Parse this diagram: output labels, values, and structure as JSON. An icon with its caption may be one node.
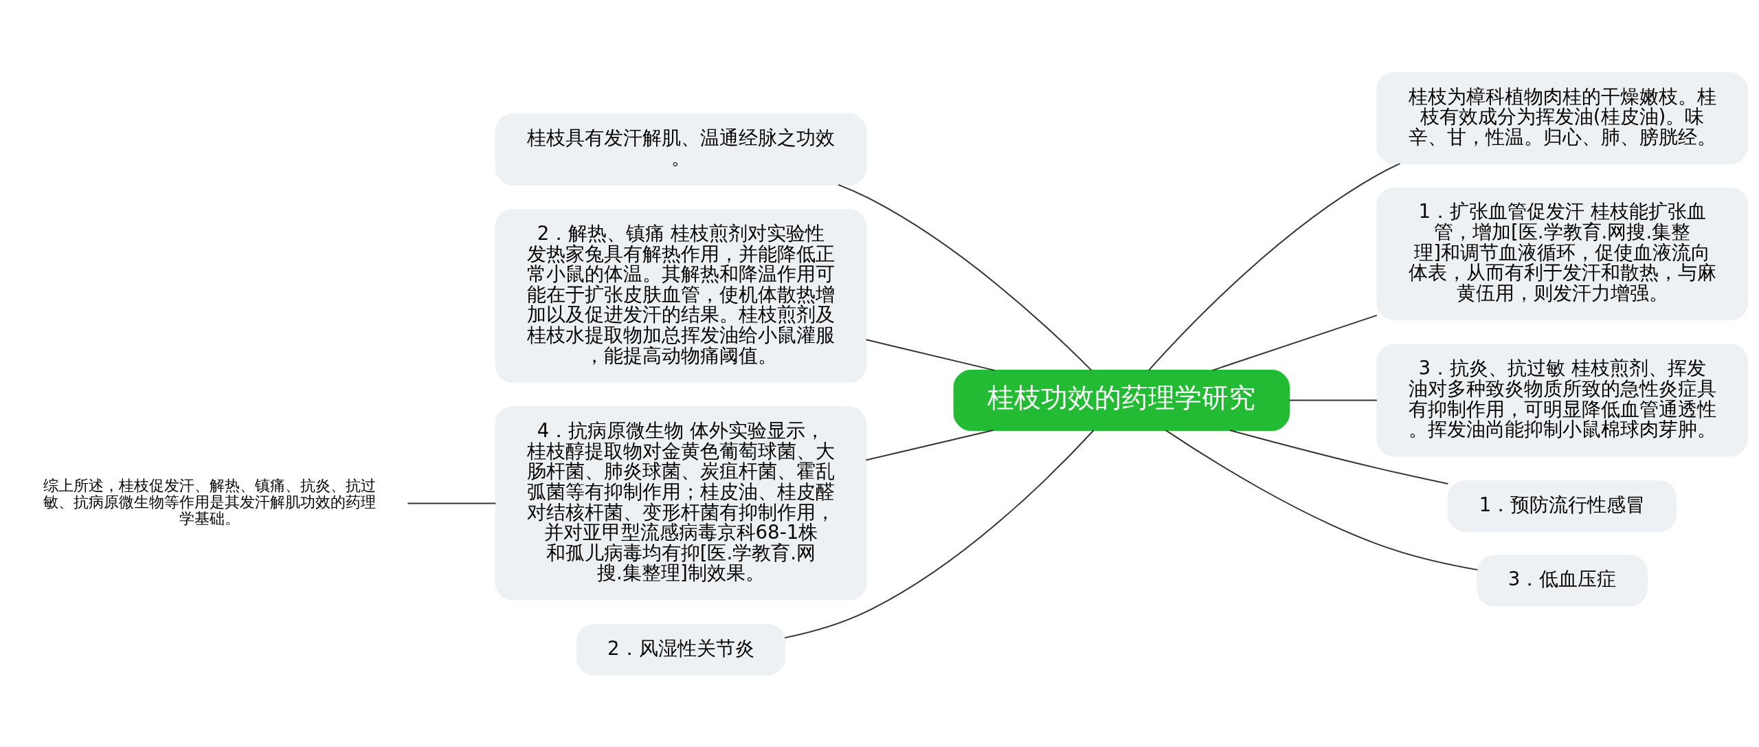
{
  "diagram": {
    "nodes": [
      {
        "text": [
          "桂枝功效的药理学研究"
        ]
      },
      {
        "text": [
          "桂枝具有发汗解肌、温通经脉之功效。"
        ]
      },
      {
        "text": [
          "2．解热、镇痛 桂枝煎剂对实验性发热家兔具有解热作用，并能降低正常小鼠的体温。其解热和降温作用可能在于扩张皮肤血管，使机体散热增加以及促进发汗的结果。桂枝煎剂及桂枝水提取物加总挥发油给小鼠灌服，能提高动物痛阈值。"
        ]
      },
      {
        "text": [
          "4．抗病原微生物 体外实验显示，桂枝醇提取物对金黄色葡萄球菌、大肠杆菌、肺炎球菌、炭疽杆菌、霍乱弧菌等有抑制作用；桂皮油、桂皮醛对结核杆菌、变形杆菌有抑制作用，并对亚甲型流感病毒京科68-1株和孤儿病毒均有抑[医.学教育.网搜.集整理]制效果。"
        ]
      },
      {
        "text": [
          "综上所述，桂枝促发汗、解热、镇痛、抗炎、抗过敏、抗病原微生物等作用是其发汗解肌功效的药理学基础。"
        ]
      },
      {
        "text": [
          "2．风湿性关节炎"
        ]
      },
      {
        "text": [
          "桂枝为樟科植物肉桂的干燥嫩枝。桂枝有效成分为挥发油(桂皮油)。味辛、甘，性温。归心、肺、膀胱经。"
        ]
      },
      {
        "text": [
          "1．扩张血管促发汗 桂枝能扩张血管，增加[医.学教育.网搜.集整理]和调节血液循环，促使血液流向体表，从而有利于发汗和散热，与麻黄伍用，则发汗力增强。"
        ]
      },
      {
        "text": [
          "3．抗炎、抗过敏 桂枝煎剂、挥发油对多种致炎物质所致的急性炎症具有抑制作用，可明显降低血管通透性。挥发油尚能抑制小鼠棉球肉芽肿。"
        ]
      },
      {
        "text": [
          "1．预防流行性感冒"
        ]
      },
      {
        "text": [
          "3．低血压症"
        ]
      }
    ],
    "edges": [
      {
        "from": 1,
        "to": 0,
        "arrow": "none"
      },
      {
        "from": 2,
        "to": 0,
        "arrow": "none"
      },
      {
        "from": 3,
        "to": 0,
        "arrow": "none"
      },
      {
        "from": 4,
        "to": 3,
        "arrow": "none"
      },
      {
        "from": 5,
        "to": 0,
        "arrow": "none"
      },
      {
        "from": 0,
        "to": 6,
        "arrow": "none"
      },
      {
        "from": 0,
        "to": 7,
        "arrow": "none"
      },
      {
        "from": 0,
        "to": 8,
        "arrow": "none"
      },
      {
        "from": 0,
        "to": 9,
        "arrow": "none"
      },
      {
        "from": 0,
        "to": 10,
        "arrow": "none"
      }
    ]
  }
}
